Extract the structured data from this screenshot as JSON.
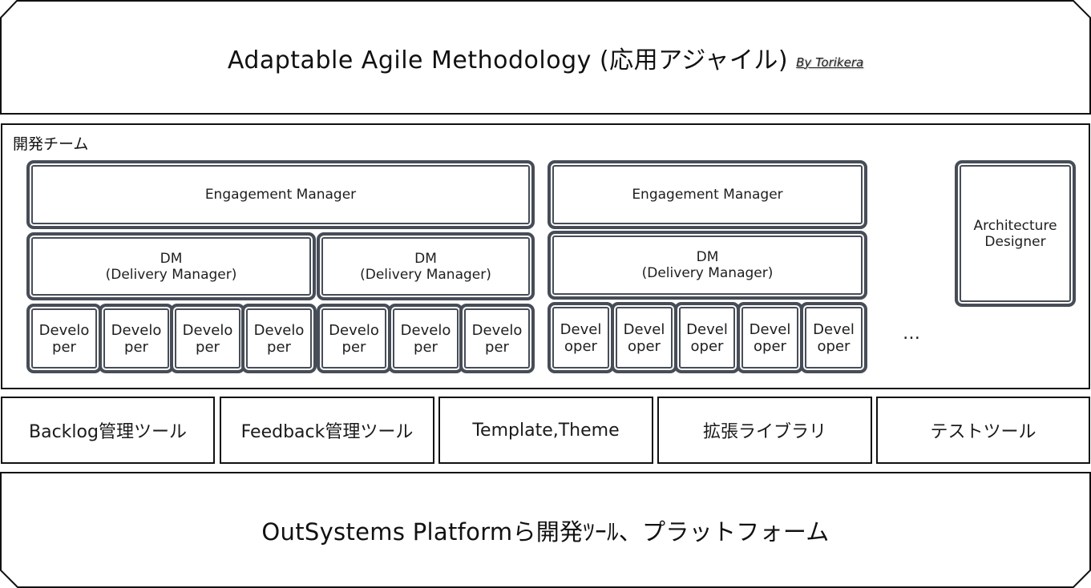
{
  "header": {
    "title": "Adaptable Agile Methodology (応用アジャイル)",
    "byline": "By Torikera"
  },
  "team": {
    "label": "開発チーム",
    "groups": [
      {
        "engagement_manager": "Engagement Manager",
        "delivery_managers": [
          {
            "line1": "DM",
            "line2": "(Delivery Manager)",
            "developers": [
              {
                "l1": "Develo",
                "l2": "per"
              },
              {
                "l1": "Develo",
                "l2": "per"
              },
              {
                "l1": "Develo",
                "l2": "per"
              },
              {
                "l1": "Develo",
                "l2": "per"
              }
            ]
          },
          {
            "line1": "DM",
            "line2": "(Delivery Manager)",
            "developers": [
              {
                "l1": "Develo",
                "l2": "per"
              },
              {
                "l1": "Develo",
                "l2": "per"
              },
              {
                "l1": "Develo",
                "l2": "per"
              }
            ]
          }
        ]
      },
      {
        "engagement_manager": "Engagement Manager",
        "delivery_managers": [
          {
            "line1": "DM",
            "line2": "(Delivery Manager)",
            "developers": [
              {
                "l1": "Devel",
                "l2": "oper"
              },
              {
                "l1": "Devel",
                "l2": "oper"
              },
              {
                "l1": "Devel",
                "l2": "oper"
              },
              {
                "l1": "Devel",
                "l2": "oper"
              },
              {
                "l1": "Devel",
                "l2": "oper"
              }
            ]
          }
        ]
      }
    ],
    "ellipsis": "…",
    "architecture_designer": {
      "line1": "Architecture",
      "line2": "Designer"
    }
  },
  "tools": [
    "Backlog管理ツール",
    "Feedback管理ツール",
    "Template,Theme",
    "拡張ライブラリ",
    "テストツール"
  ],
  "platform": {
    "label": "OutSystems Platformら開発ﾂｰﾙ、プラットフォーム"
  }
}
